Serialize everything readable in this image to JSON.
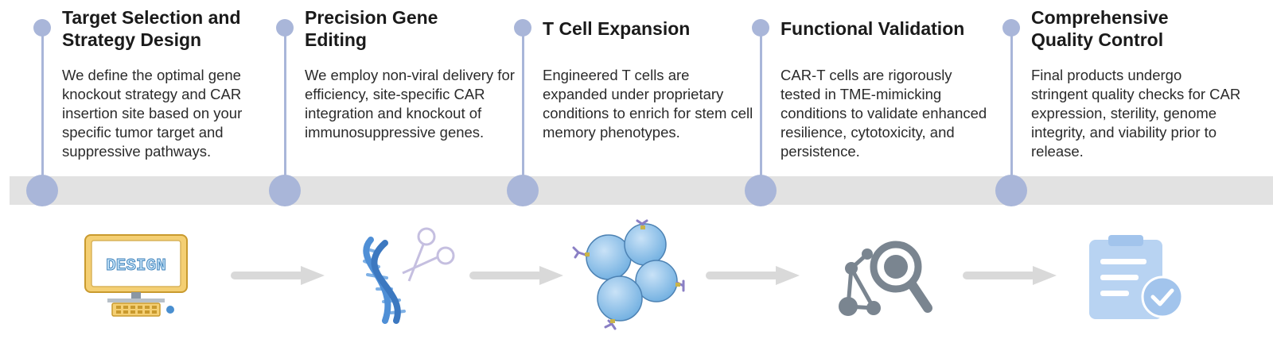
{
  "steps": [
    {
      "title": "Target Selection and Strategy Design",
      "desc": "We define the optimal gene knockout strategy and CAR insertion site based on your specific tumor target and suppressive pathways.",
      "icon_name": "computer-design-icon",
      "icon_text": "DESIGN"
    },
    {
      "title": "Precision Gene Editing",
      "desc": "We employ non-viral delivery for efficiency, site-specific CAR integration and knockout of immunosuppressive genes.",
      "icon_name": "dna-scissors-icon"
    },
    {
      "title": "T Cell Expansion",
      "desc": "Engineered T cells are expanded under proprietary conditions to enrich for stem cell memory phenotypes.",
      "icon_name": "t-cells-icon"
    },
    {
      "title": "Functional Validation",
      "desc": "CAR-T cells are rigorously tested in TME-mimicking conditions to validate enhanced resilience, cytotoxicity, and persistence.",
      "icon_name": "magnifier-network-icon"
    },
    {
      "title": "Comprehensive Quality Control",
      "desc": "Final products undergo stringent quality checks for CAR expression, sterility, genome integrity, and viability prior to release.",
      "icon_name": "clipboard-check-icon"
    }
  ],
  "colors": {
    "node": "#a9b6d9",
    "band": "#e2e2e2",
    "arrow": "#d9d9d9",
    "cell": "#8fbde6",
    "dna": "#4f8fd6",
    "network": "#7a8590",
    "clipboard": "#b8d3f2"
  }
}
